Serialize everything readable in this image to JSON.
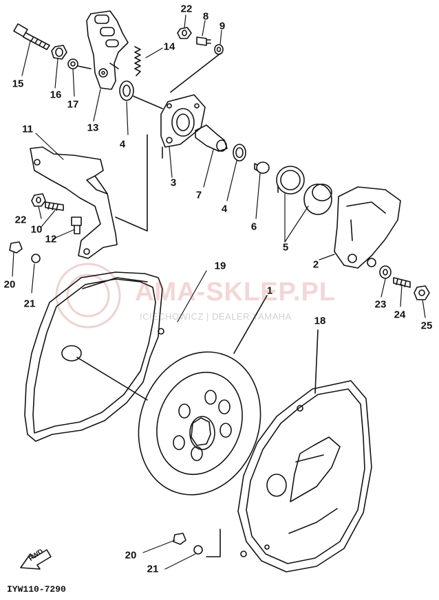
{
  "callouts": [
    {
      "id": "c22a",
      "text": "22"
    },
    {
      "id": "c8",
      "text": "8"
    },
    {
      "id": "c9",
      "text": "9"
    },
    {
      "id": "c14",
      "text": "14"
    },
    {
      "id": "c15",
      "text": "15"
    },
    {
      "id": "c16",
      "text": "16"
    },
    {
      "id": "c17",
      "text": "17"
    },
    {
      "id": "c13",
      "text": "13"
    },
    {
      "id": "c4a",
      "text": "4"
    },
    {
      "id": "c3",
      "text": "3"
    },
    {
      "id": "c7",
      "text": "7"
    },
    {
      "id": "c4b",
      "text": "4"
    },
    {
      "id": "c6",
      "text": "6"
    },
    {
      "id": "c5",
      "text": "5"
    },
    {
      "id": "c2",
      "text": "2"
    },
    {
      "id": "c11",
      "text": "11"
    },
    {
      "id": "c22b",
      "text": "22"
    },
    {
      "id": "c10",
      "text": "10"
    },
    {
      "id": "c12",
      "text": "12"
    },
    {
      "id": "c20a",
      "text": "20"
    },
    {
      "id": "c21a",
      "text": "21"
    },
    {
      "id": "c19",
      "text": "19"
    },
    {
      "id": "c1",
      "text": "1"
    },
    {
      "id": "c18",
      "text": "18"
    },
    {
      "id": "c23",
      "text": "23"
    },
    {
      "id": "c24",
      "text": "24"
    },
    {
      "id": "c25",
      "text": "25"
    },
    {
      "id": "c20b",
      "text": "20"
    },
    {
      "id": "c21b",
      "text": "21"
    }
  ],
  "watermark": {
    "main": "AMA-SKLEP.PL",
    "sub": "ICIECHOWICZ | DEALER YAMAHA"
  },
  "direction_label": "FWD",
  "diagram_code": "IYW110-7290"
}
